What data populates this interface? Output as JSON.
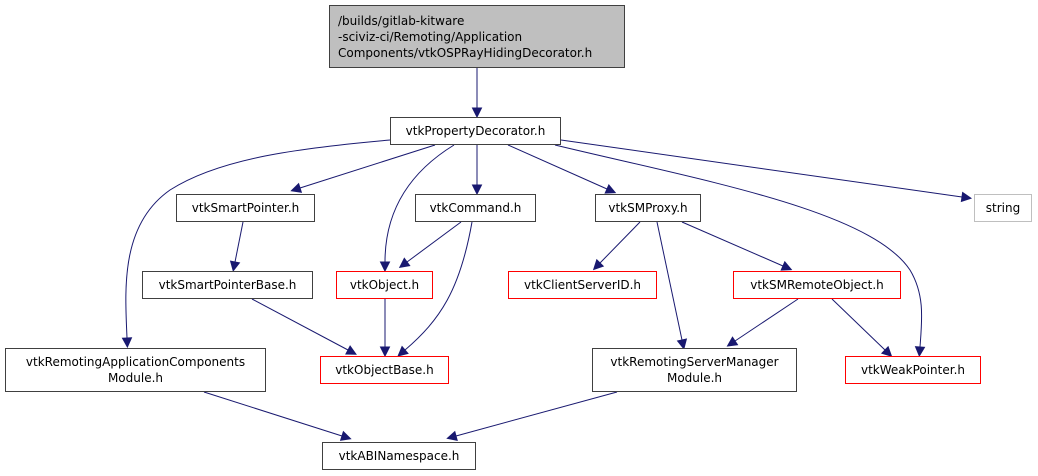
{
  "colors": {
    "edge": "#191970",
    "normal_border": "#404040",
    "missing_border": "#ff0000",
    "external_border": "#bfbfbf",
    "root_fill": "#bfbfbf"
  },
  "nodes": [
    {
      "id": "root",
      "label": "/builds/gitlab-kitware\n-sciviz-ci/Remoting/Application\nComponents/vtkOSPRayHidingDecorator.h",
      "kind": "root"
    },
    {
      "id": "propdec",
      "label": "vtkPropertyDecorator.h",
      "kind": "normal"
    },
    {
      "id": "smartptr",
      "label": "vtkSmartPointer.h",
      "kind": "normal"
    },
    {
      "id": "command",
      "label": "vtkCommand.h",
      "kind": "normal"
    },
    {
      "id": "smproxy",
      "label": "vtkSMProxy.h",
      "kind": "normal"
    },
    {
      "id": "string",
      "label": "string",
      "kind": "external"
    },
    {
      "id": "smartptrbase",
      "label": "vtkSmartPointerBase.h",
      "kind": "normal"
    },
    {
      "id": "object",
      "label": "vtkObject.h",
      "kind": "missing"
    },
    {
      "id": "csid",
      "label": "vtkClientServerID.h",
      "kind": "missing"
    },
    {
      "id": "smremote",
      "label": "vtkSMRemoteObject.h",
      "kind": "missing"
    },
    {
      "id": "appmod",
      "label": "vtkRemotingApplicationComponents\nModule.h",
      "kind": "normal"
    },
    {
      "id": "objbase",
      "label": "vtkObjectBase.h",
      "kind": "missing"
    },
    {
      "id": "smmod",
      "label": "vtkRemotingServerManager\nModule.h",
      "kind": "normal"
    },
    {
      "id": "weakptr",
      "label": "vtkWeakPointer.h",
      "kind": "missing"
    },
    {
      "id": "abi",
      "label": "vtkABINamespace.h",
      "kind": "normal"
    }
  ],
  "edges": [
    [
      "root",
      "propdec"
    ],
    [
      "propdec",
      "appmod"
    ],
    [
      "propdec",
      "smartptr"
    ],
    [
      "propdec",
      "object"
    ],
    [
      "propdec",
      "command"
    ],
    [
      "propdec",
      "smproxy"
    ],
    [
      "propdec",
      "weakptr"
    ],
    [
      "propdec",
      "string"
    ],
    [
      "smartptr",
      "smartptrbase"
    ],
    [
      "command",
      "object"
    ],
    [
      "command",
      "objbase"
    ],
    [
      "smproxy",
      "csid"
    ],
    [
      "smproxy",
      "smmod"
    ],
    [
      "smproxy",
      "smremote"
    ],
    [
      "smartptrbase",
      "objbase"
    ],
    [
      "object",
      "objbase"
    ],
    [
      "smremote",
      "smmod"
    ],
    [
      "smremote",
      "weakptr"
    ],
    [
      "appmod",
      "abi"
    ],
    [
      "smmod",
      "abi"
    ]
  ]
}
